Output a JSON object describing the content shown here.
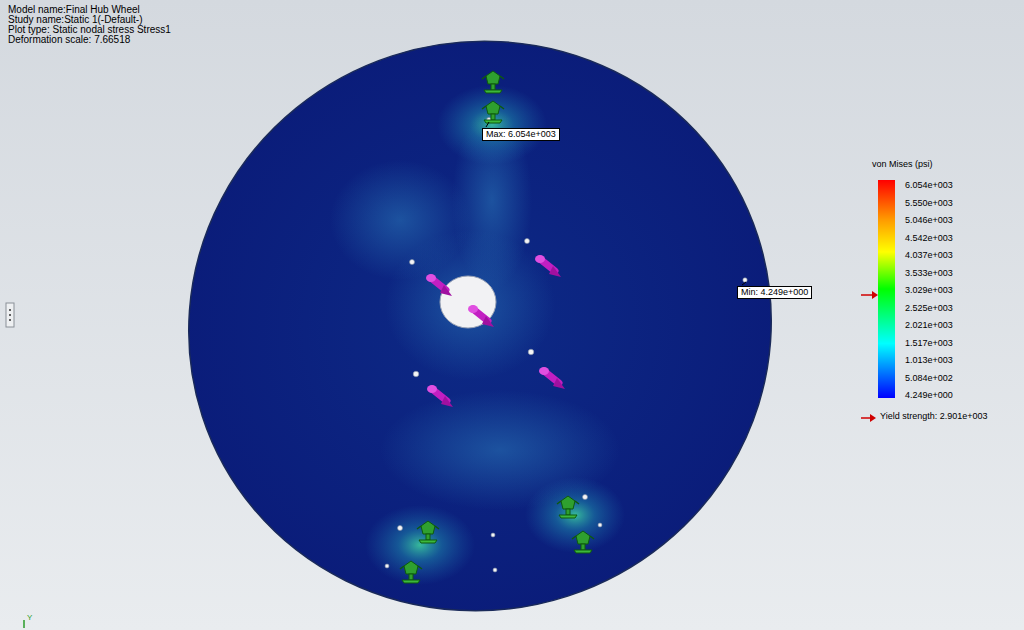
{
  "diagram": {
    "nodes": [
      {
        "text": [
          "Max: 6.054e+003"
        ]
      },
      {
        "text": [
          "Min: 4.249e+000"
        ]
      }
    ],
    "labels": [
      "Model name:Final Hub Wheel",
      "Study name:Static 1(-Default-)",
      "Plot type: Static nodal stress Stress1",
      "Deformation scale: 7.66518",
      "von Mises (psi)",
      "6.054e+003",
      "5.550e+003",
      "5.046e+003",
      "4.542e+003",
      "4.037e+003",
      "3.533e+003",
      "3.029e+003",
      "2.525e+003",
      "2.021e+003",
      "1.517e+003",
      "1.013e+003",
      "5.084e+002",
      "4.249e+000",
      "Yield strength: 2.901e+003",
      "Y"
    ]
  }
}
